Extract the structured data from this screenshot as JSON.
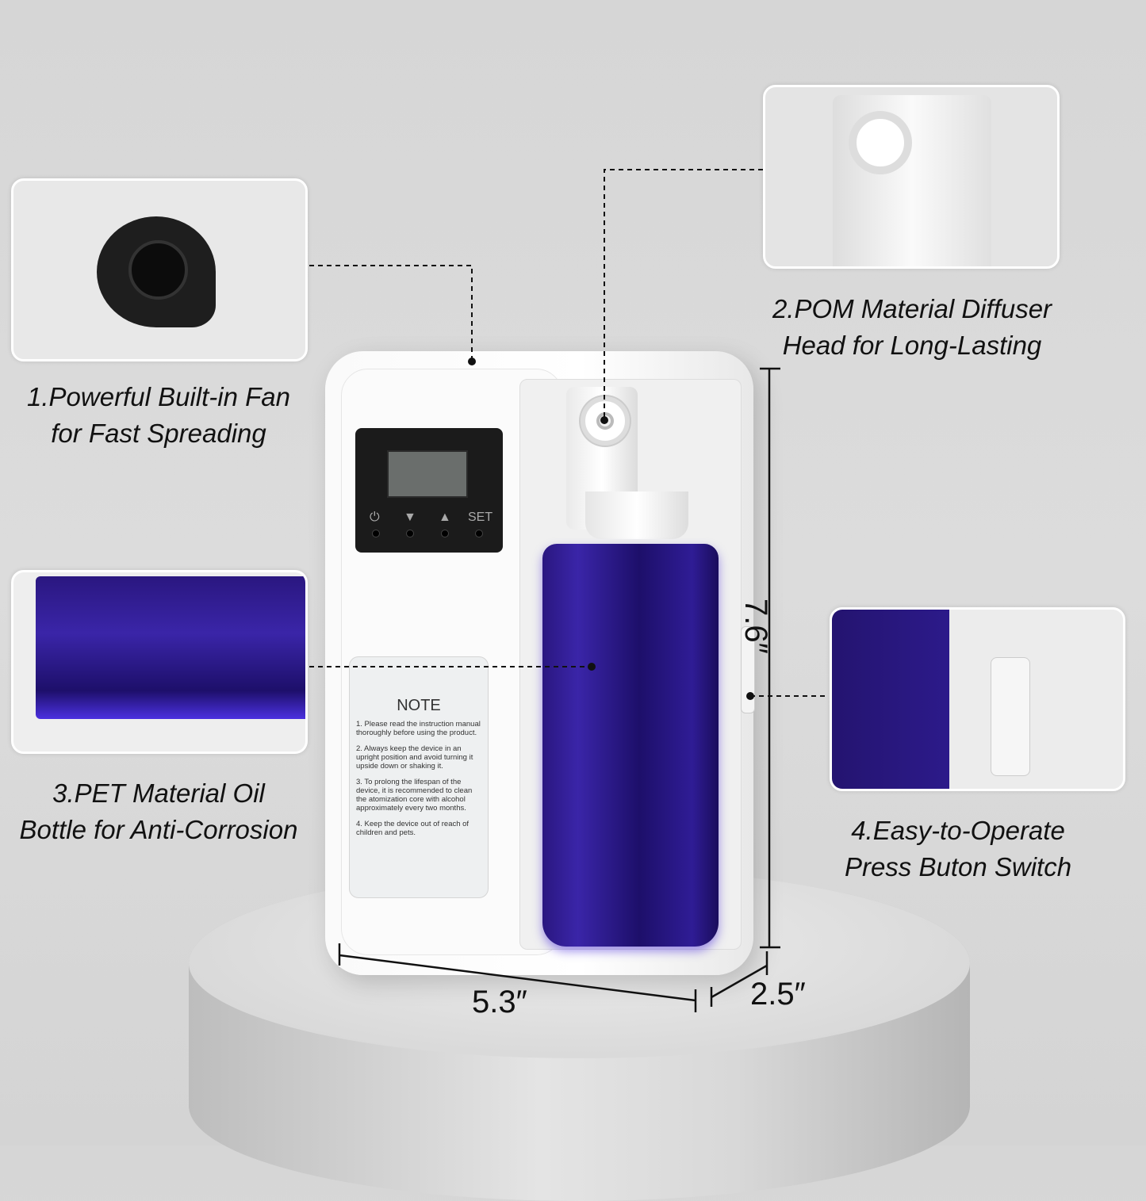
{
  "features": [
    {
      "line1": "1.Powerful Built-in Fan",
      "line2": "for Fast Spreading"
    },
    {
      "line1": "2.POM Material Diffuser",
      "line2": "Head for Long-Lasting"
    },
    {
      "line1": "3.PET Material Oil",
      "line2": "Bottle for Anti-Corrosion"
    },
    {
      "line1": "4.Easy-to-Operate",
      "line2": "Press Buton Switch"
    }
  ],
  "dimensions": {
    "width": "5.3″",
    "depth": "2.5″",
    "height": "7.6″"
  },
  "control_panel": {
    "buttons": [
      "⏻",
      "▼",
      "▲",
      "SET"
    ]
  },
  "note": {
    "title": "NOTE",
    "items": [
      "1. Please read the instruction manual thoroughly before using the product.",
      "2. Always keep the device in an upright position and avoid turning it upside down or shaking it.",
      "3. To prolong the lifespan of the device, it is recommended to clean the atomization core with alcohol approximately every two months.",
      "4. Keep the device out of reach of children and pets."
    ]
  },
  "colors": {
    "bottle": "#2a1780",
    "background": "#d9d9d9"
  }
}
